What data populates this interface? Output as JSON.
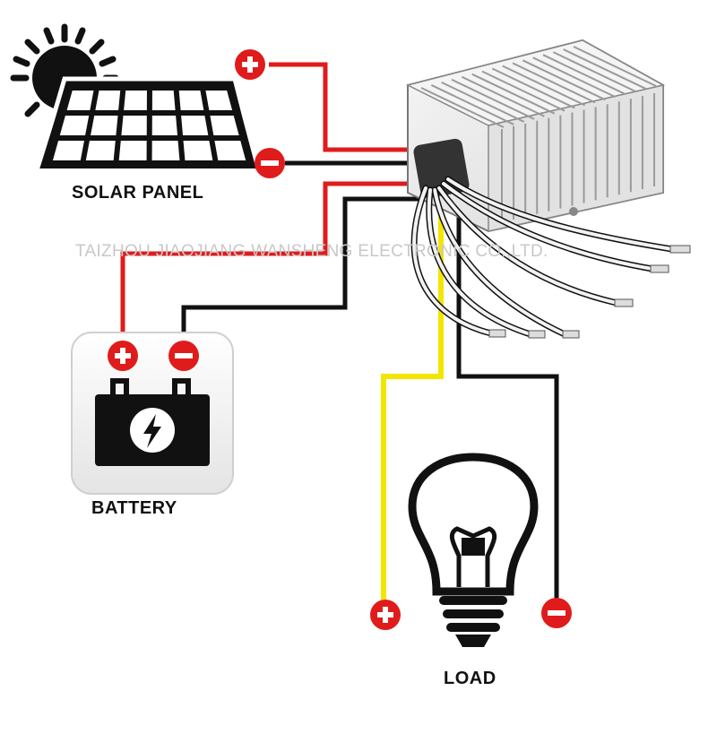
{
  "labels": {
    "solar_panel": "SOLAR PANEL",
    "battery": "BATTERY",
    "load": "LOAD"
  },
  "watermark": "TAIZHOU JIAOJIANG WANSHENG ELECTRONIC CO.,LTD.",
  "colors": {
    "positive_wire": "#e01b1b",
    "negative_wire": "#111111",
    "load_positive_wire": "#f2e600",
    "positive_terminal": "#e01b1b",
    "negative_terminal": "#e01b1b",
    "converter_body": "#e9e9e9"
  },
  "icons": [
    "sun-icon",
    "solar-panel-icon",
    "converter-icon",
    "battery-icon",
    "lightning-bolt-icon",
    "light-bulb-icon",
    "plus-icon",
    "minus-icon"
  ],
  "connections": [
    {
      "from": "solar-panel",
      "terminal": "positive",
      "to": "converter"
    },
    {
      "from": "solar-panel",
      "terminal": "negative",
      "to": "converter"
    },
    {
      "from": "converter",
      "terminal": "positive",
      "to": "battery"
    },
    {
      "from": "converter",
      "terminal": "negative",
      "to": "battery"
    },
    {
      "from": "converter",
      "terminal": "positive",
      "to": "load"
    },
    {
      "from": "converter",
      "terminal": "negative",
      "to": "load"
    }
  ]
}
